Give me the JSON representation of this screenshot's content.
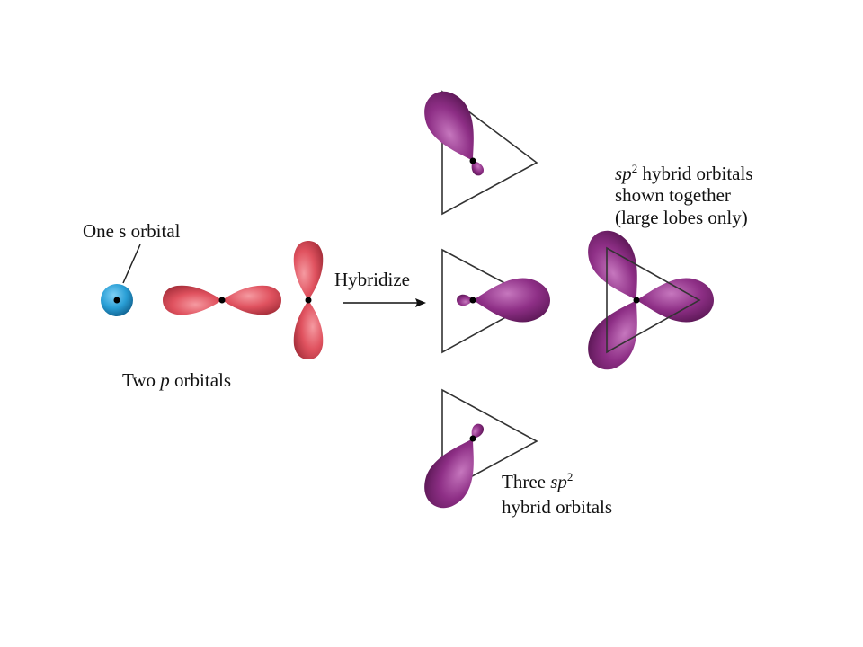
{
  "labels": {
    "s_orbital": "One s orbital",
    "two_p_prefix": "Two ",
    "two_p_italic": "p",
    "two_p_suffix": " orbitals",
    "hybridize": "Hybridize",
    "together_line1_sp": "sp",
    "together_line1_sup": "2",
    "together_line1_rest": " hybrid orbitals",
    "together_line2": "shown together",
    "together_line3": "(large lobes only)",
    "three_line1_prefix": "Three ",
    "three_line1_sp": "sp",
    "three_line1_sup": "2",
    "three_line2": "hybrid orbitals"
  },
  "colors": {
    "s_orbital": "#2a9fd6",
    "p_orbital": "#e0525f",
    "sp2_orbital": "#8e2f86",
    "outline": "#333333"
  }
}
